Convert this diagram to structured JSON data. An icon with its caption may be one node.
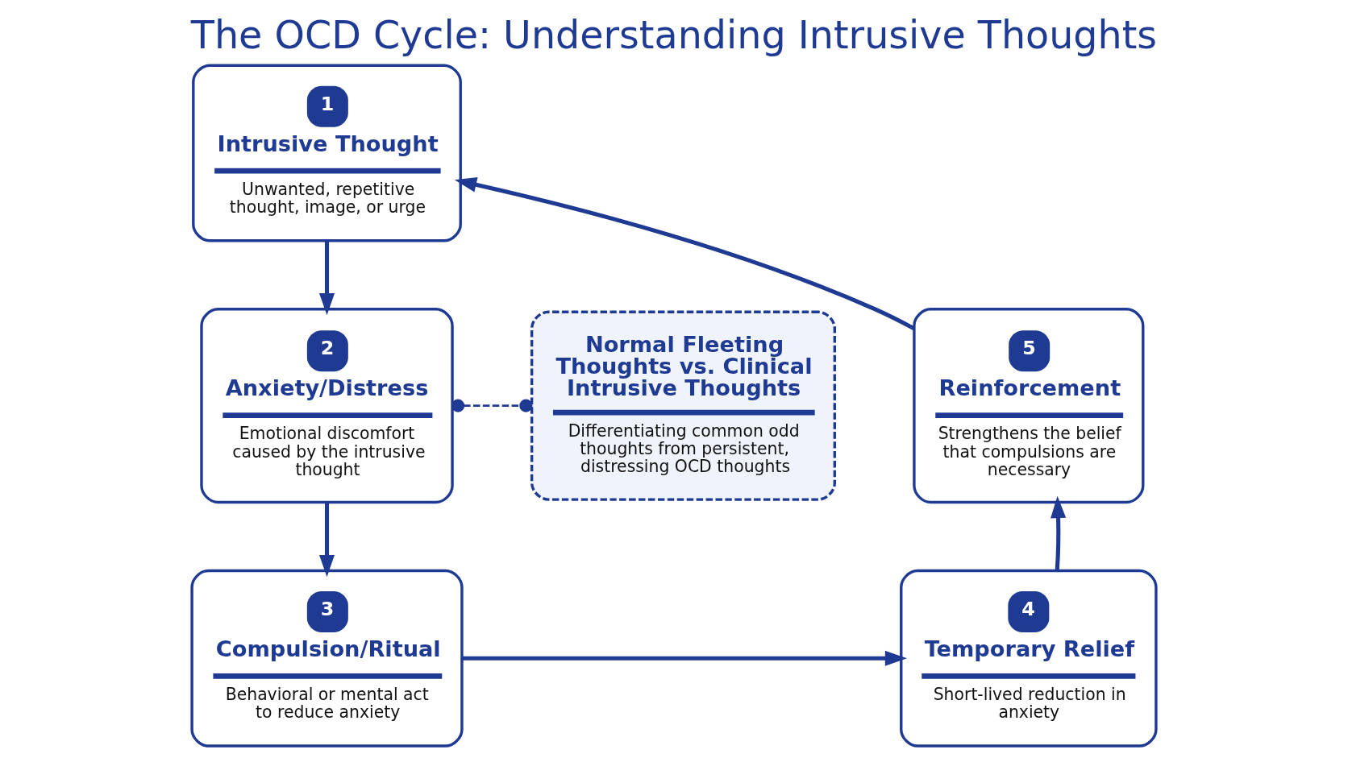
{
  "diagram": {
    "title": "The OCD Cycle: Understanding Intrusive Thoughts",
    "nodes": [
      {
        "text": [
          "1",
          "Intrusive Thought",
          "Unwanted, repetitive thought, image, or urge"
        ]
      },
      {
        "text": [
          "2",
          "Anxiety/Distress",
          "Emotional discomfort caused by the intrusive thought"
        ]
      },
      {
        "text": [
          "3",
          "Compulsion/Ritual",
          "Behavioral or mental act to reduce anxiety"
        ]
      },
      {
        "text": [
          "4",
          "Temporary Relief",
          "Short-lived reduction in anxiety"
        ]
      },
      {
        "text": [
          "5",
          "Reinforcement",
          "Strengthens the belief that compulsions are necessary"
        ]
      },
      {
        "text": [
          "Normal Fleeting Thoughts vs. Clinical Intrusive Thoughts",
          "Differentiating common odd thoughts from persistent, distressing OCD thoughts"
        ]
      }
    ],
    "edges": [
      {
        "from": 0,
        "to": 1,
        "arrow": "to"
      },
      {
        "from": 1,
        "to": 2,
        "arrow": "to"
      },
      {
        "from": 2,
        "to": 3,
        "arrow": "to"
      },
      {
        "from": 3,
        "to": 4,
        "arrow": "to"
      },
      {
        "from": 4,
        "to": 0,
        "arrow": "to"
      },
      {
        "from": 1,
        "to": 5,
        "arrow": "other",
        "style": "dashed"
      }
    ]
  }
}
